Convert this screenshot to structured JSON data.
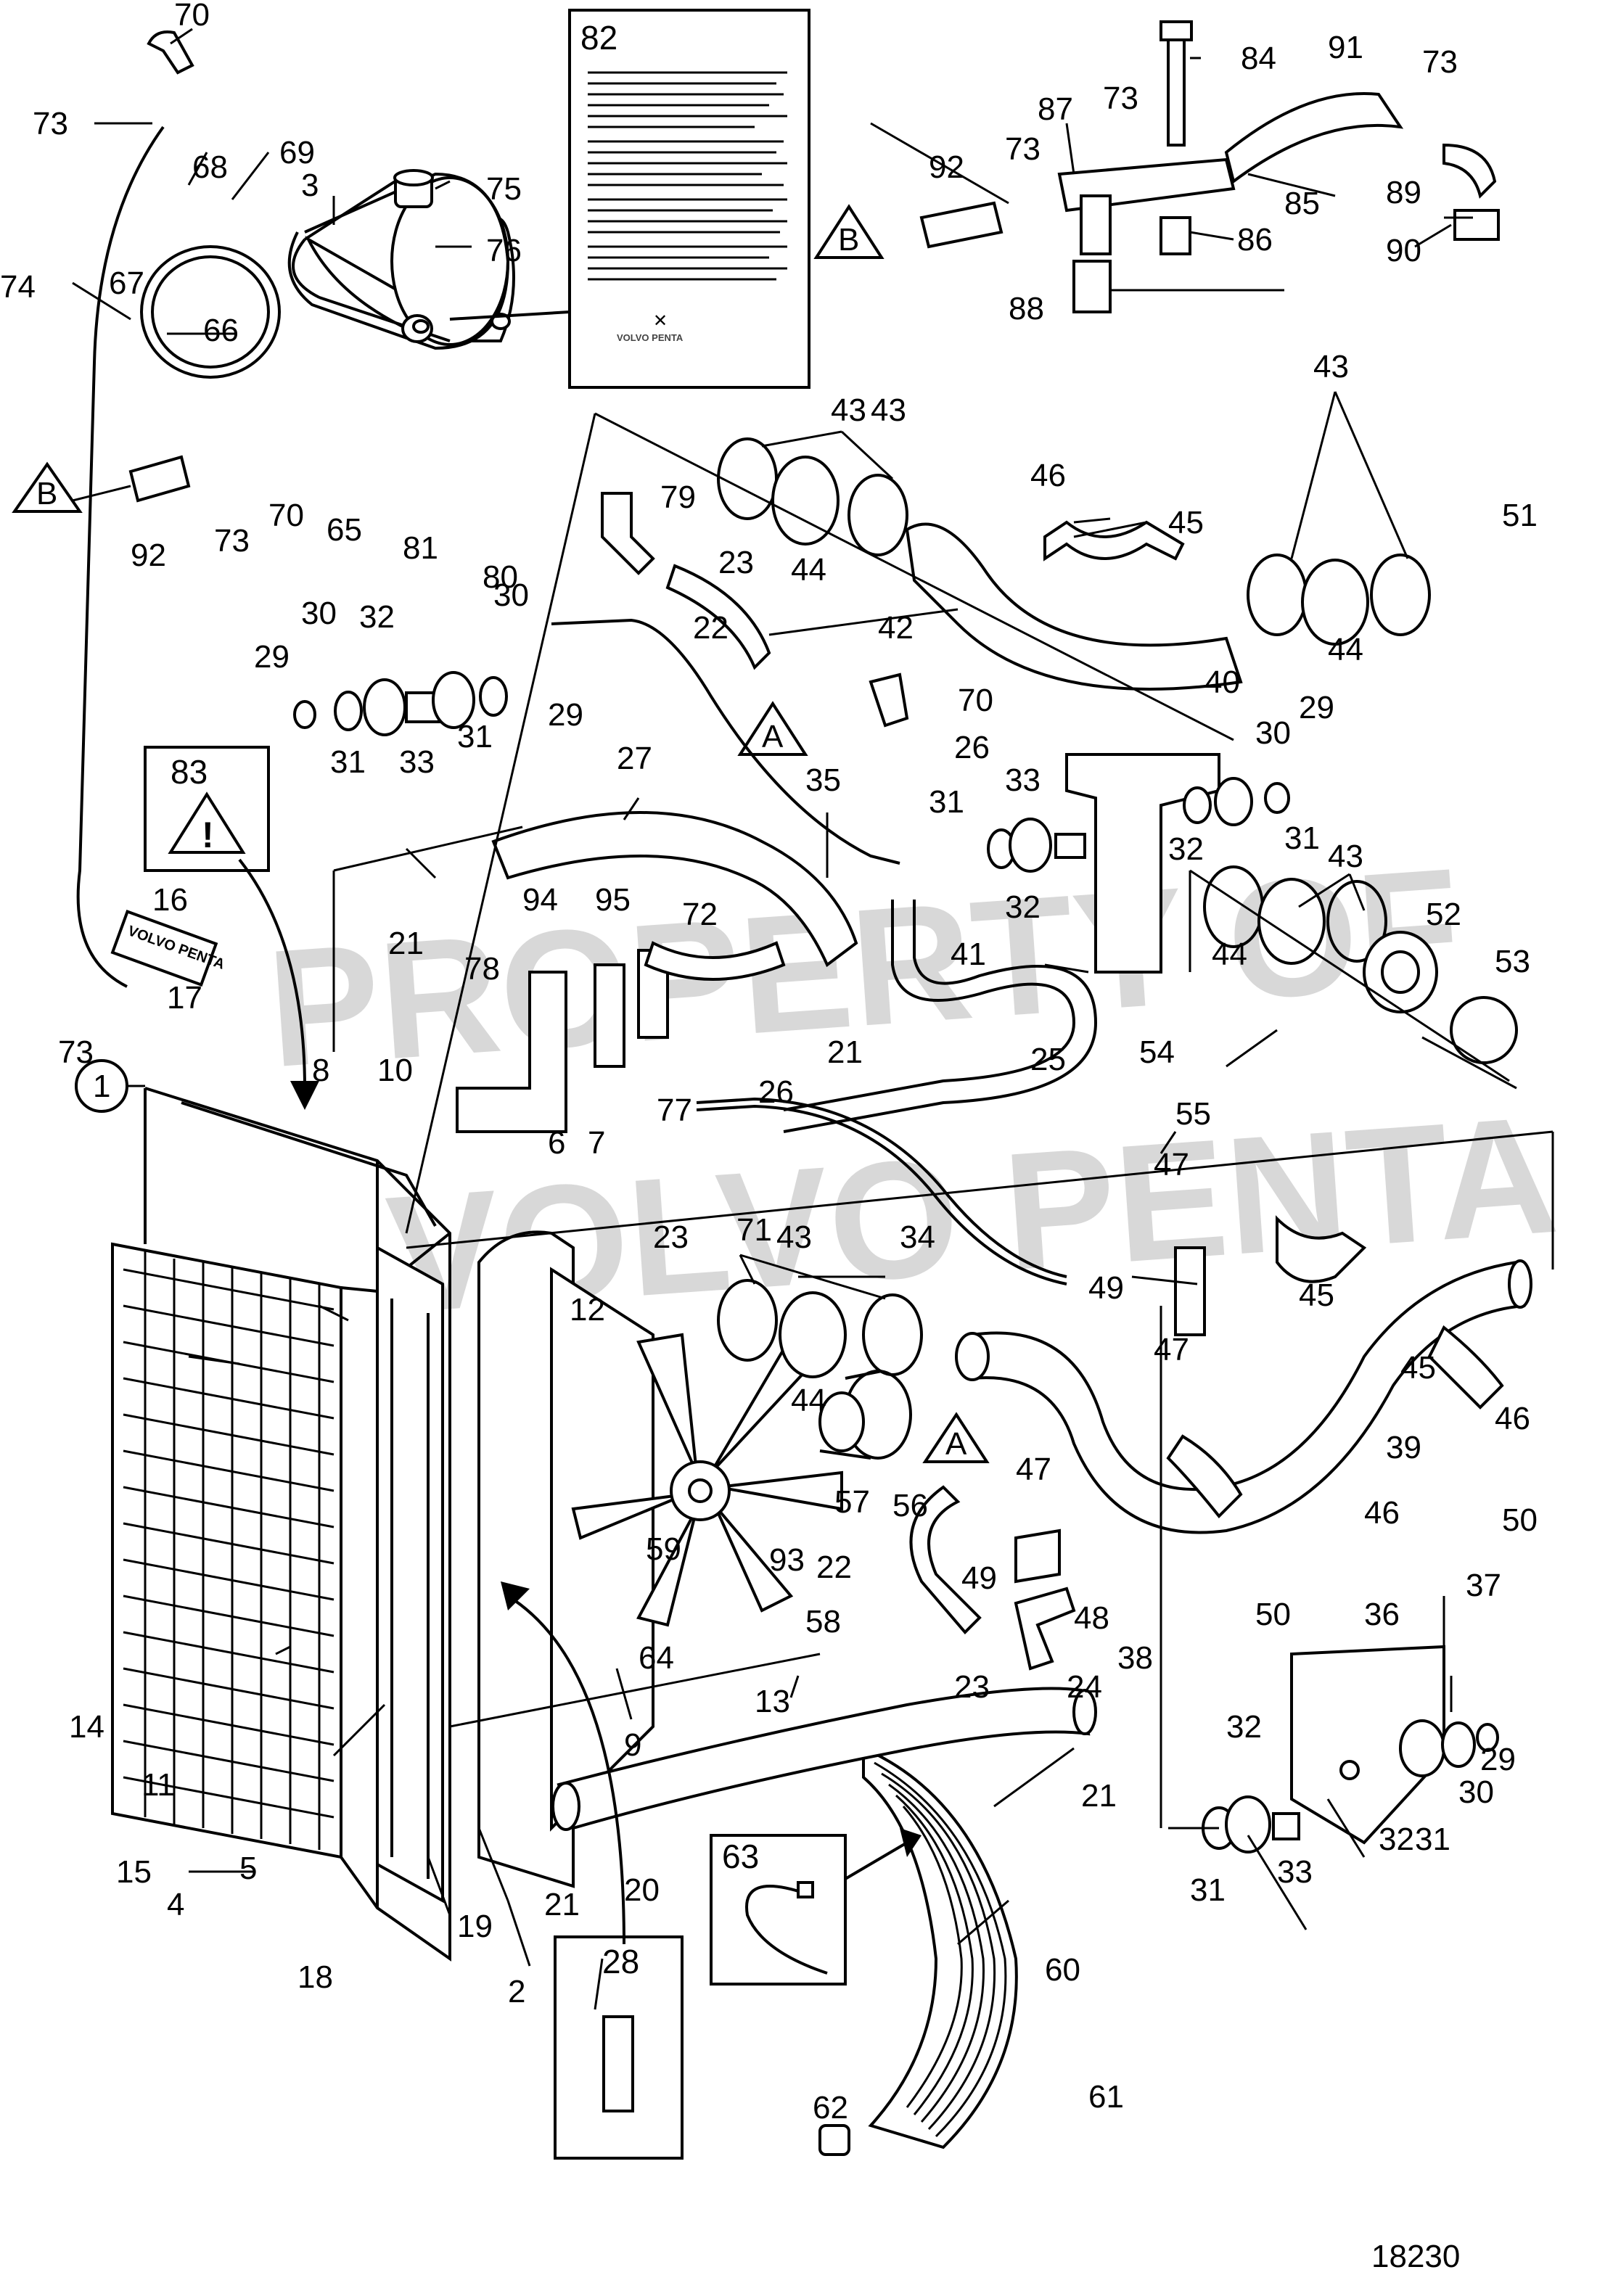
{
  "figure_number": "18230",
  "watermark": [
    "PROPERTY OF",
    "VOLVO PENTA"
  ],
  "notice_plate": {
    "number": "82",
    "brand": "VOLVO PENTA"
  },
  "decal_text": "VOLVO PENTA",
  "callouts": {
    "c1": "1",
    "c2": "2",
    "c3": "3",
    "c4": "4",
    "c5": "5",
    "c6": "6",
    "c7": "7",
    "c8": "8",
    "c9": "9",
    "c10": "10",
    "c11": "11",
    "c12": "12",
    "c13": "13",
    "c14": "14",
    "c15": "15",
    "c16": "16",
    "c17": "17",
    "c18": "18",
    "c19": "19",
    "c20": "20",
    "c21a": "21",
    "c21b": "21",
    "c21c": "21",
    "c21d": "21",
    "c22a": "22",
    "c22b": "22",
    "c23a": "23",
    "c23b": "23",
    "c23c": "23",
    "c24": "24",
    "c25": "25",
    "c26a": "26",
    "c26b": "26",
    "c27": "27",
    "c28": "28",
    "c29a": "29",
    "c29b": "29",
    "c29c": "29",
    "c29d": "29",
    "c30a": "30",
    "c30b": "30",
    "c30c": "30",
    "c30d": "30",
    "c31a": "31",
    "c31b": "31",
    "c31c": "31",
    "c31d": "31",
    "c31e": "31",
    "c31f": "31",
    "c32a": "32",
    "c32b": "32",
    "c32c": "32",
    "c32d": "32",
    "c32e": "32",
    "c33a": "33",
    "c33b": "33",
    "c33c": "33",
    "c34": "34",
    "c35": "35",
    "c36": "36",
    "c37": "37",
    "c38": "38",
    "c39": "39",
    "c40": "40",
    "c41": "41",
    "c42": "42",
    "c43a": "43",
    "c43b": "43",
    "c43c": "43",
    "c43d": "43",
    "c43e": "43",
    "c44a": "44",
    "c44b": "44",
    "c44c": "44",
    "c44d": "44",
    "c45a": "45",
    "c45b": "45",
    "c45c": "45",
    "c46a": "46",
    "c46b": "46",
    "c46c": "46",
    "c47a": "47",
    "c47b": "47",
    "c47c": "47",
    "c48": "48",
    "c49a": "49",
    "c49b": "49",
    "c50a": "50",
    "c50b": "50",
    "c51": "51",
    "c52": "52",
    "c53": "53",
    "c54": "54",
    "c55": "55",
    "c56": "56",
    "c57": "57",
    "c58": "58",
    "c59": "59",
    "c60": "60",
    "c61": "61",
    "c62": "62",
    "c63": "63",
    "c64": "64",
    "c65": "65",
    "c66": "66",
    "c67": "67",
    "c68": "68",
    "c69": "69",
    "c70a": "70",
    "c70b": "70",
    "c70c": "70",
    "c71": "71",
    "c72": "72",
    "c73a": "73",
    "c73b": "73",
    "c73c": "73",
    "c73d": "73",
    "c73e": "73",
    "c73f": "73",
    "c74": "74",
    "c75": "75",
    "c76": "76",
    "c77": "77",
    "c78": "78",
    "c79": "79",
    "c80": "80",
    "c81": "81",
    "c83": "83",
    "c84": "84",
    "c85": "85",
    "c86": "86",
    "c87": "87",
    "c88": "88",
    "c89": "89",
    "c90": "90",
    "c91": "91",
    "c92a": "92",
    "c92b": "92",
    "c93": "93",
    "c94": "94",
    "c95": "95"
  },
  "connection_markers": {
    "ba": "B",
    "bb": "B",
    "aa": "A",
    "ab": "A"
  }
}
